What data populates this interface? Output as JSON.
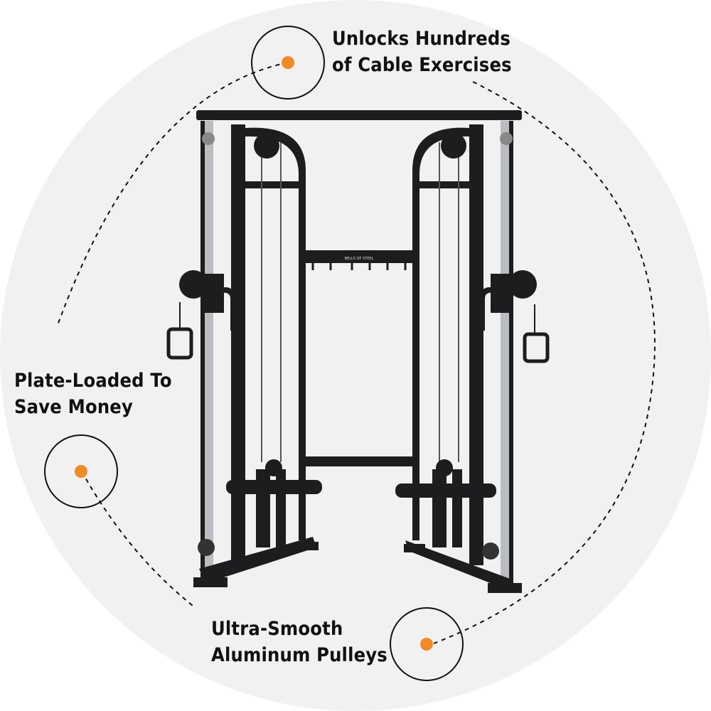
{
  "colors": {
    "accent": "#f08a24",
    "backdrop": "#f1f1f1",
    "frame": "#1d1d1f",
    "chrome": "#b9bcc0",
    "text": "#111111"
  },
  "product": {
    "logo_text": "BELLS OF STEEL"
  },
  "callouts": [
    {
      "line1": "Unlocks Hundreds",
      "line2": "of Cable Exercises"
    },
    {
      "line1": "Plate-Loaded To",
      "line2": "Save Money"
    },
    {
      "line1": "Ultra-Smooth",
      "line2": "Aluminum Pulleys"
    }
  ]
}
